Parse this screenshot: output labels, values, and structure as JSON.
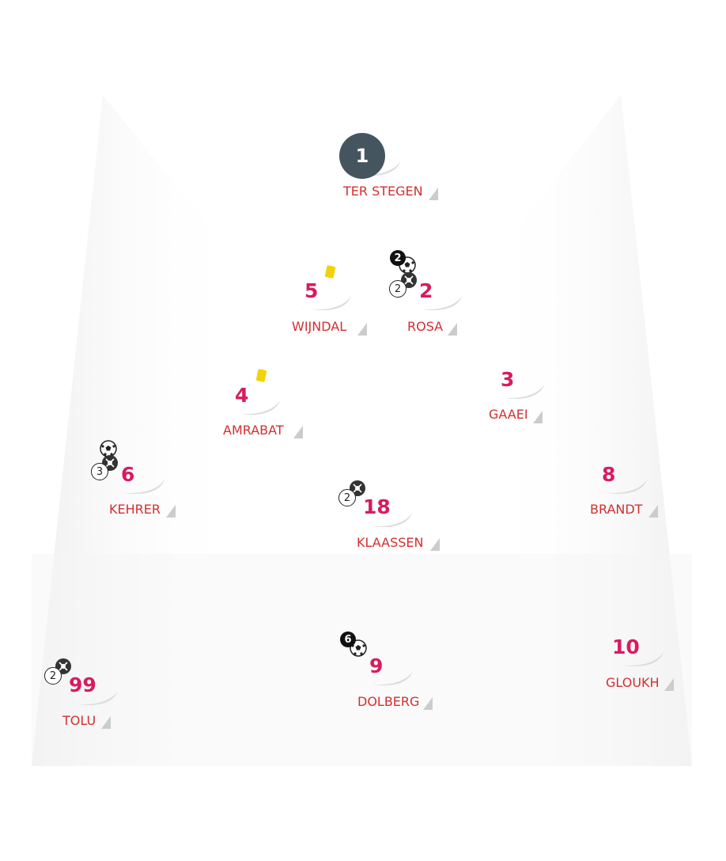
{
  "colors": {
    "number": "#d81b60",
    "name": "#d32f2f",
    "goalkeeper_badge": "#455560",
    "yellow_card": "#f2d20a",
    "pitch_shade": "#f2f2f2"
  },
  "players": [
    {
      "id": "ter-stegen",
      "number": "1",
      "name": "TER STEGEN",
      "goalkeeper": true,
      "events": []
    },
    {
      "id": "wijndal",
      "number": "5",
      "name": "WIJNDAL",
      "events": [
        {
          "type": "yellow-card"
        }
      ]
    },
    {
      "id": "rosa",
      "number": "2",
      "name": "ROSA",
      "events": [
        {
          "type": "goal",
          "count": "2",
          "icon": "soccer-ball-icon"
        },
        {
          "type": "assist",
          "count": "2",
          "icon": "assist-ball-icon"
        }
      ]
    },
    {
      "id": "amrabat",
      "number": "4",
      "name": "AMRABAT",
      "events": [
        {
          "type": "yellow-card"
        }
      ]
    },
    {
      "id": "gaaei",
      "number": "3",
      "name": "GAAEI",
      "events": []
    },
    {
      "id": "kehrer",
      "number": "6",
      "name": "KEHRER",
      "events": [
        {
          "type": "goal",
          "count": "",
          "icon": "soccer-ball-icon"
        },
        {
          "type": "assist",
          "count": "3",
          "icon": "assist-ball-icon"
        }
      ]
    },
    {
      "id": "klaassen",
      "number": "18",
      "name": "KLAASSEN",
      "events": [
        {
          "type": "assist",
          "count": "2",
          "icon": "assist-ball-icon"
        }
      ]
    },
    {
      "id": "brandt",
      "number": "8",
      "name": "BRANDT",
      "events": []
    },
    {
      "id": "tolu",
      "number": "99",
      "name": "TOLU",
      "events": [
        {
          "type": "assist",
          "count": "2",
          "icon": "assist-ball-icon"
        }
      ]
    },
    {
      "id": "dolberg",
      "number": "9",
      "name": "DOLBERG",
      "events": [
        {
          "type": "goal",
          "count": "6",
          "icon": "soccer-ball-icon"
        }
      ]
    },
    {
      "id": "gloukh",
      "number": "10",
      "name": "GLOUKH",
      "events": []
    }
  ]
}
